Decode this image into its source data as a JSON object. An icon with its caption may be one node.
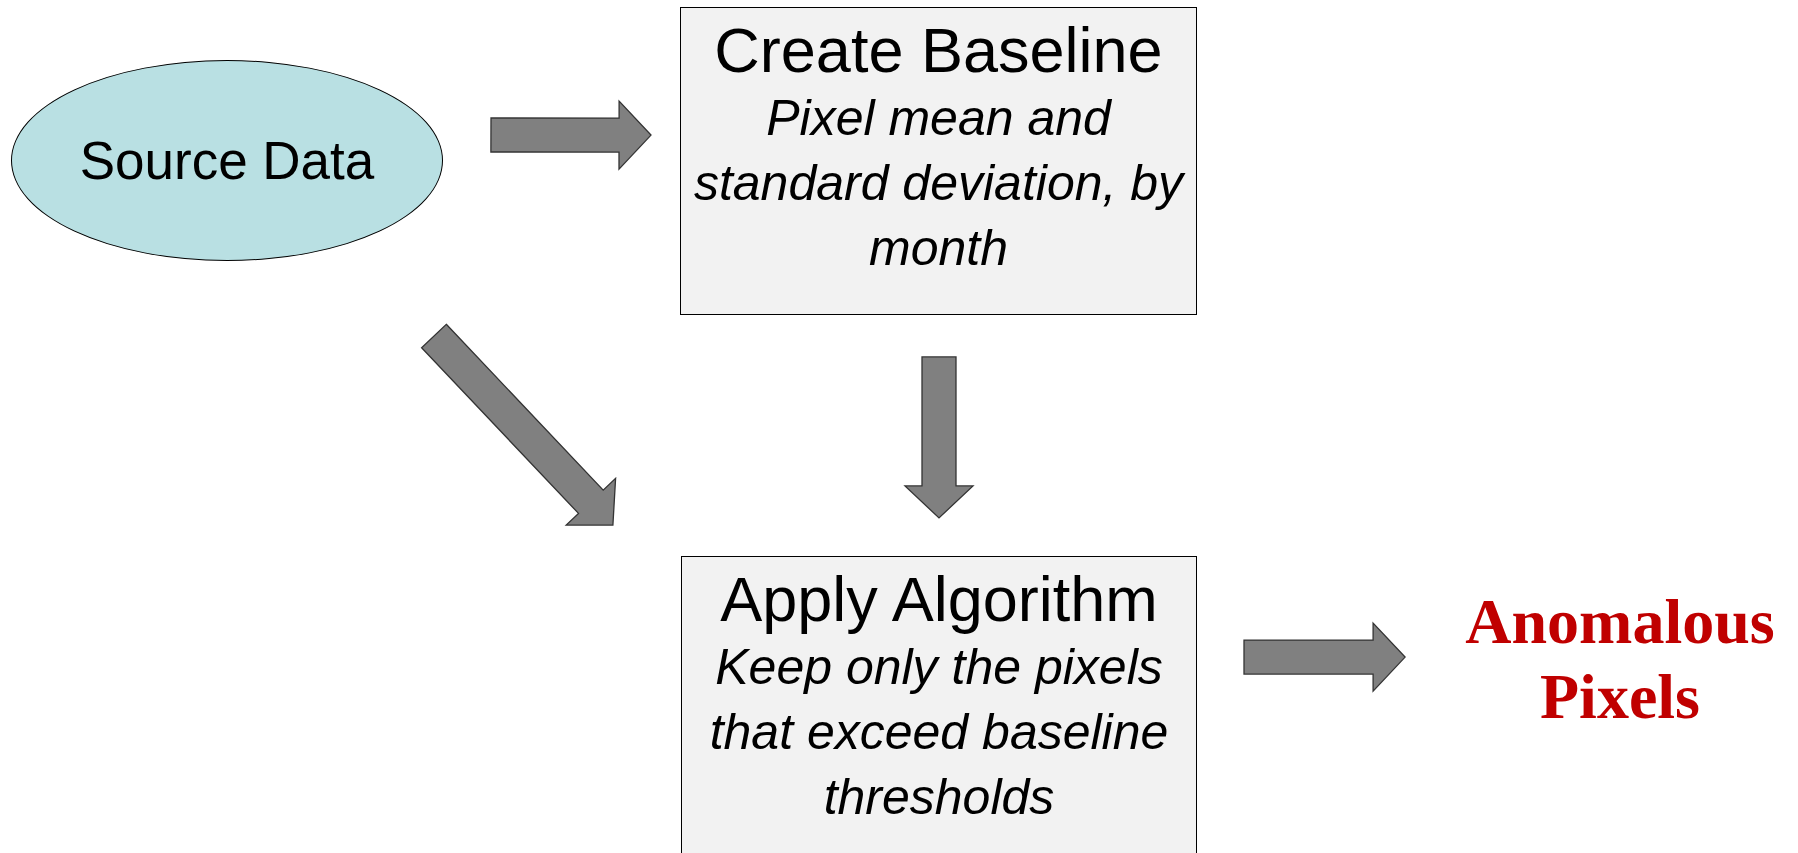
{
  "diagram": {
    "nodes": [
      {
        "text": [
          "Source Data"
        ]
      },
      {
        "text": [
          "Create Baseline",
          "Pixel mean and standard deviation, by month"
        ]
      },
      {
        "text": [
          "Apply Algorithm",
          "Keep only the pixels that exceed baseline thresholds"
        ]
      },
      {
        "text": [
          "Anomalous Pixels"
        ]
      }
    ],
    "edges": [
      {
        "from": 0,
        "to": 1,
        "arrow": "to"
      },
      {
        "from": 0,
        "to": 2,
        "arrow": "to"
      },
      {
        "from": 1,
        "to": 2,
        "arrow": "to"
      },
      {
        "from": 2,
        "to": 3,
        "arrow": "to"
      }
    ]
  }
}
